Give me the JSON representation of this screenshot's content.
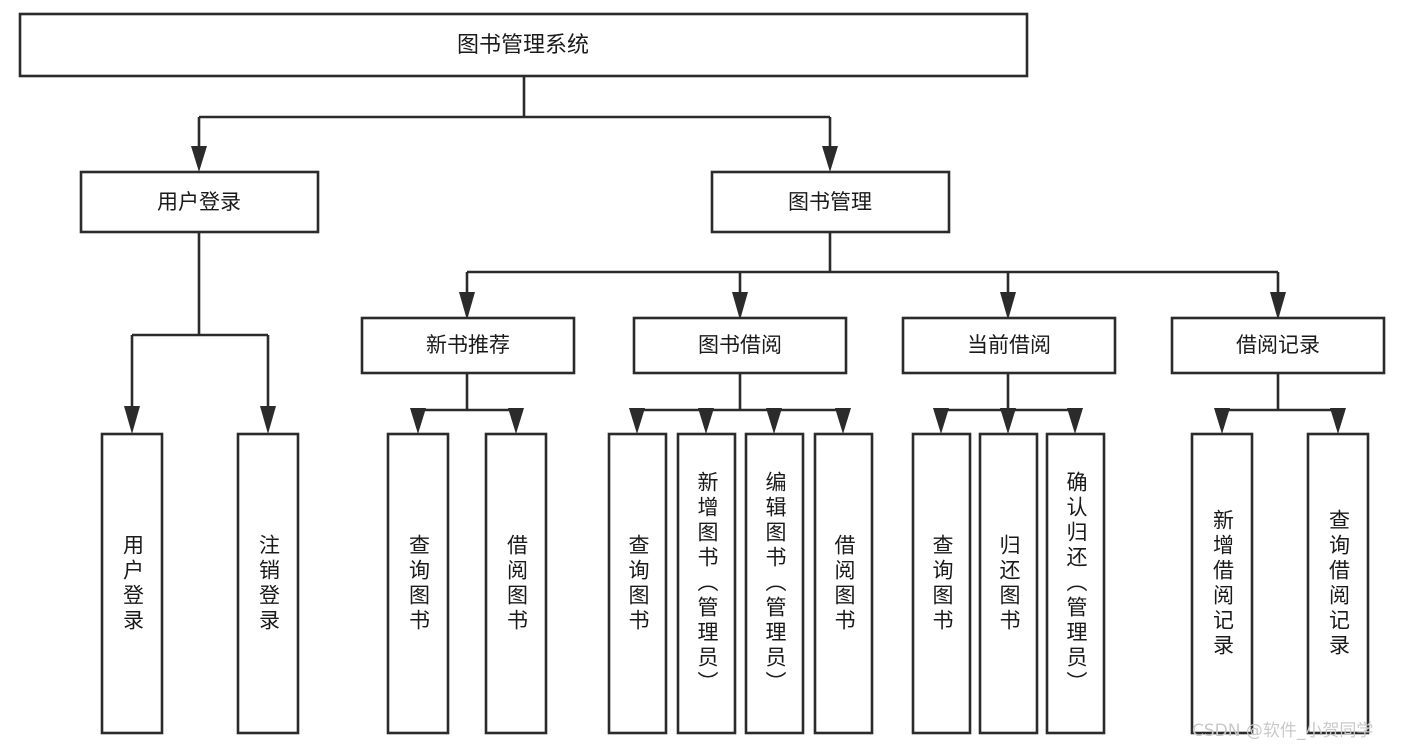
{
  "diagram": {
    "type": "tree",
    "title_node": {
      "label": "图书管理系统"
    },
    "level2": [
      {
        "label": "用户登录"
      },
      {
        "label": "图书管理"
      }
    ],
    "level3": [
      {
        "label": "新书推荐"
      },
      {
        "label": "图书借阅"
      },
      {
        "label": "当前借阅"
      },
      {
        "label": "借阅记录"
      }
    ],
    "leaves": {
      "user_login": [
        {
          "label": "用户登录"
        },
        {
          "label": "注销登录"
        }
      ],
      "new_book_recommend": [
        {
          "label": "查询图书"
        },
        {
          "label": "借阅图书"
        }
      ],
      "book_borrow": [
        {
          "label": "查询图书"
        },
        {
          "label": "新增图书（管理员）"
        },
        {
          "label": "编辑图书（管理员）"
        },
        {
          "label": "借阅图书"
        }
      ],
      "current_borrow": [
        {
          "label": "查询图书"
        },
        {
          "label": "归还图书"
        },
        {
          "label": "确认归还（管理员）"
        }
      ],
      "borrow_record": [
        {
          "label": "新增借阅记录"
        },
        {
          "label": "查询借阅记录"
        }
      ]
    }
  },
  "watermark": {
    "text": "CSDN @软件_小贺同学"
  },
  "colors": {
    "stroke": "#2b2b2b",
    "fill": "#ffffff",
    "text": "#1a1a1a",
    "watermark": "#c9c9c9"
  }
}
